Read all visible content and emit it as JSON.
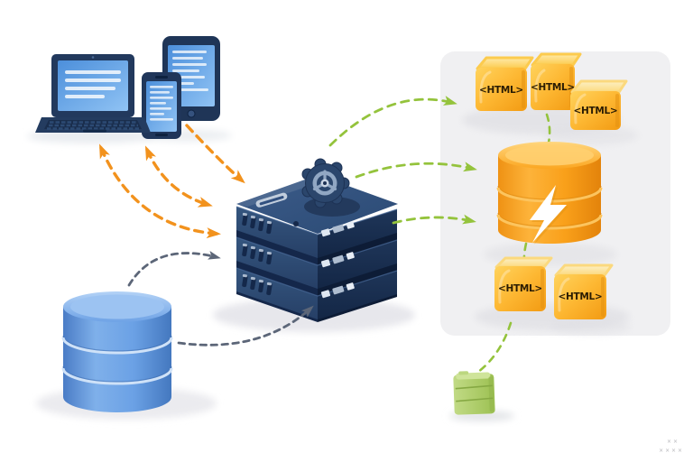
{
  "panel": {
    "top_cubes": [
      {
        "label": "<HTML>"
      },
      {
        "label": "<HTML>"
      },
      {
        "label": "<HTML>"
      }
    ],
    "bottom_cubes": [
      {
        "label": "<HTML>"
      },
      {
        "label": "<HTML>"
      }
    ]
  },
  "icons": {
    "server_top": "gear-icon",
    "cache_database": "lightning-bolt-icon",
    "client_devices": [
      "laptop-icon",
      "smartphone-icon",
      "tablet-icon"
    ],
    "source_database": "database-cylinder-icon",
    "build_block": "green-stack-icon"
  },
  "colors": {
    "background": "#ffffff",
    "panel_gray": "#f0f0f2",
    "arrow_orange": "#f2921d",
    "arrow_green": "#94c33c",
    "arrow_gray": "#5c6678",
    "device_navy": "#22395d",
    "server_navy": "#2b4871",
    "cube_amber": "#fbb230",
    "cube_text": "#2a1c03",
    "db_blue": "#5e96de",
    "db_orange": "#f7a21d",
    "block_green": "#a9cb61"
  },
  "watermark": {
    "row1": "× ×",
    "row2": "× × × ×"
  }
}
